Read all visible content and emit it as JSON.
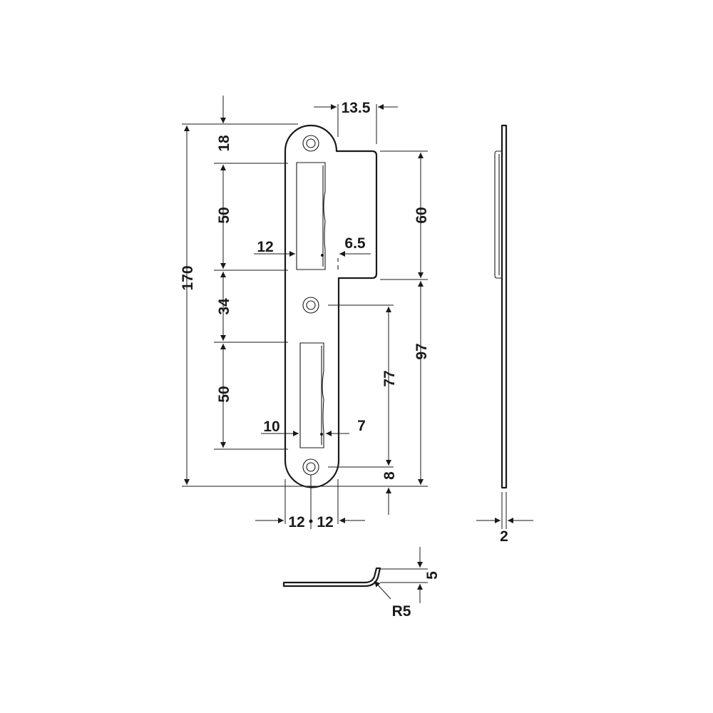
{
  "dimensions": {
    "d18": "18",
    "d50_top": "50",
    "d34": "34",
    "d50_bottom": "50",
    "d170": "170",
    "d13_5": "13.5",
    "d60": "60",
    "d97": "97",
    "d77": "77",
    "d8": "8",
    "d12_slot": "12",
    "d6_5": "6.5",
    "d10": "10",
    "d7": "7",
    "d12_left": "12",
    "d12_right": "12",
    "d2": "2",
    "d5": "5",
    "r5": "R5"
  },
  "colors": {
    "line": "#1a1a1a",
    "background": "#ffffff"
  }
}
